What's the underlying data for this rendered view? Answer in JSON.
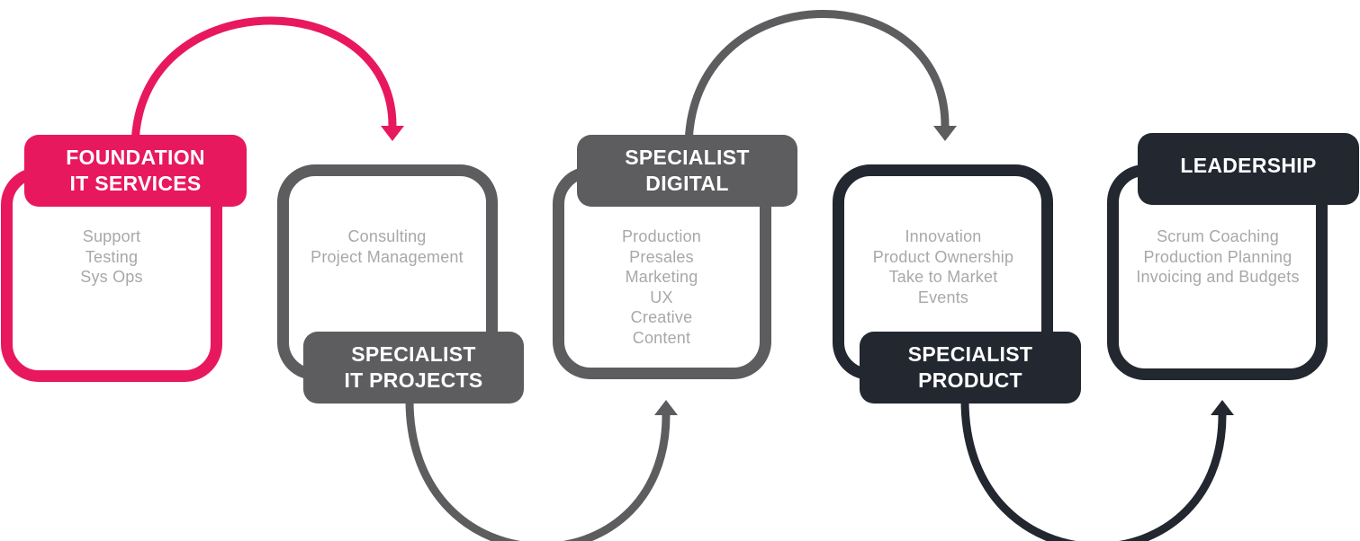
{
  "colors": {
    "pink": "#e8185f",
    "gray": "#5d5d5f",
    "dark": "#222730",
    "item_text": "#a8a8a8"
  },
  "stages": [
    {
      "title_line1": "FOUNDATION",
      "title_line2": "IT SERVICES",
      "items": [
        "Support",
        "Testing",
        "Sys Ops"
      ]
    },
    {
      "title_line1": "SPECIALIST",
      "title_line2": "IT PROJECTS",
      "items": [
        "Consulting",
        "Project Management"
      ]
    },
    {
      "title_line1": "SPECIALIST",
      "title_line2": "DIGITAL",
      "items": [
        "Production",
        "Presales",
        "Marketing",
        "UX",
        "Creative",
        "Content"
      ]
    },
    {
      "title_line1": "SPECIALIST",
      "title_line2": "PRODUCT",
      "items": [
        "Innovation",
        "Product Ownership",
        "Take to Market",
        "Events"
      ]
    },
    {
      "title_line1": "LEADERSHIP",
      "title_line2": "",
      "items": [
        "Scrum Coaching",
        "Production Planning",
        "Invoicing and Budgets"
      ]
    }
  ]
}
